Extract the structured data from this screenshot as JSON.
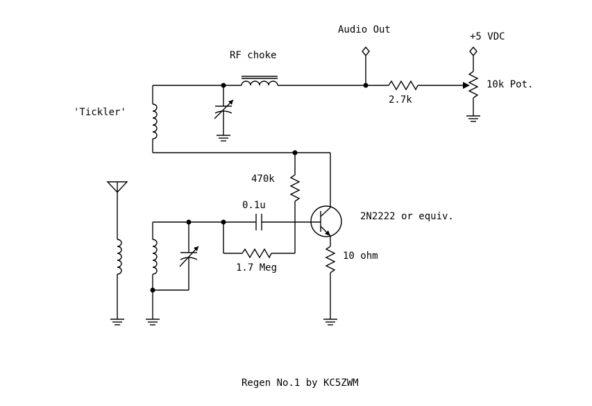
{
  "labels": {
    "audio_out": "Audio Out",
    "vdc": "+5 VDC",
    "rf_choke": "RF choke",
    "tickler": "'Tickler'",
    "pot": "10k Pot.",
    "r_2k7": "2.7k",
    "r_470k": "470k",
    "c_01u": "0.1u",
    "transistor": "2N2222 or equiv.",
    "r_10ohm": "10 ohm",
    "r_1m7": "1.7 Meg",
    "caption": "Regen No.1 by KC5ZWM"
  }
}
